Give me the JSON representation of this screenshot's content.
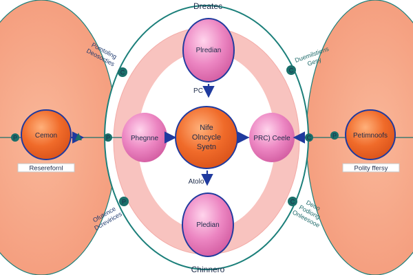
{
  "top_label": "Dreatec",
  "bottom_label": "Chinnero",
  "nodes": {
    "top": "Plredian",
    "bottom": "Pledian",
    "center_line1": "Nife",
    "center_line2": "Olncycle",
    "center_line3": "Syetn",
    "left_inner": "Phegnne",
    "right_inner": "PRC) Ceele",
    "far_left": "Cemon",
    "far_right": "Petimnoofs"
  },
  "captions": {
    "far_left": "Reserefornl",
    "far_right": "Polity ffersy"
  },
  "arrow_labels": {
    "top_to_center": "PC",
    "center_to_bottom": "Atolo"
  },
  "side_labels": {
    "top_left_line1": "Pomtoling",
    "top_left_line2": "Deosocties",
    "top_right_line1": "Duemilstiens",
    "top_right_line2": "Gesy",
    "bottom_left_line1": "Ofutence",
    "bottom_left_line2": "Dcrevirices",
    "bottom_right_line1": "Deoo",
    "bottom_right_line2": "Podiong",
    "bottom_right_line3": "Onleesooe"
  },
  "markers": {
    "far_left_marker": "P",
    "left_inner_marker": "P",
    "right_inner_marker": "C",
    "far_right_marker": "P",
    "top_left_marker": "C",
    "top_right_marker": "C",
    "bottom_left_marker": "P",
    "bottom_right_marker": "C"
  },
  "colors": {
    "outer_blob": "#f7ad8f",
    "ring_pink": "#f8c3bf",
    "ring_outline": "#1b7f7a",
    "center_orange": "#f06b2a",
    "pink_node": "#e876b8",
    "arrow_blue": "#1f3a9e",
    "marker_teal": "#1b6f6a"
  }
}
